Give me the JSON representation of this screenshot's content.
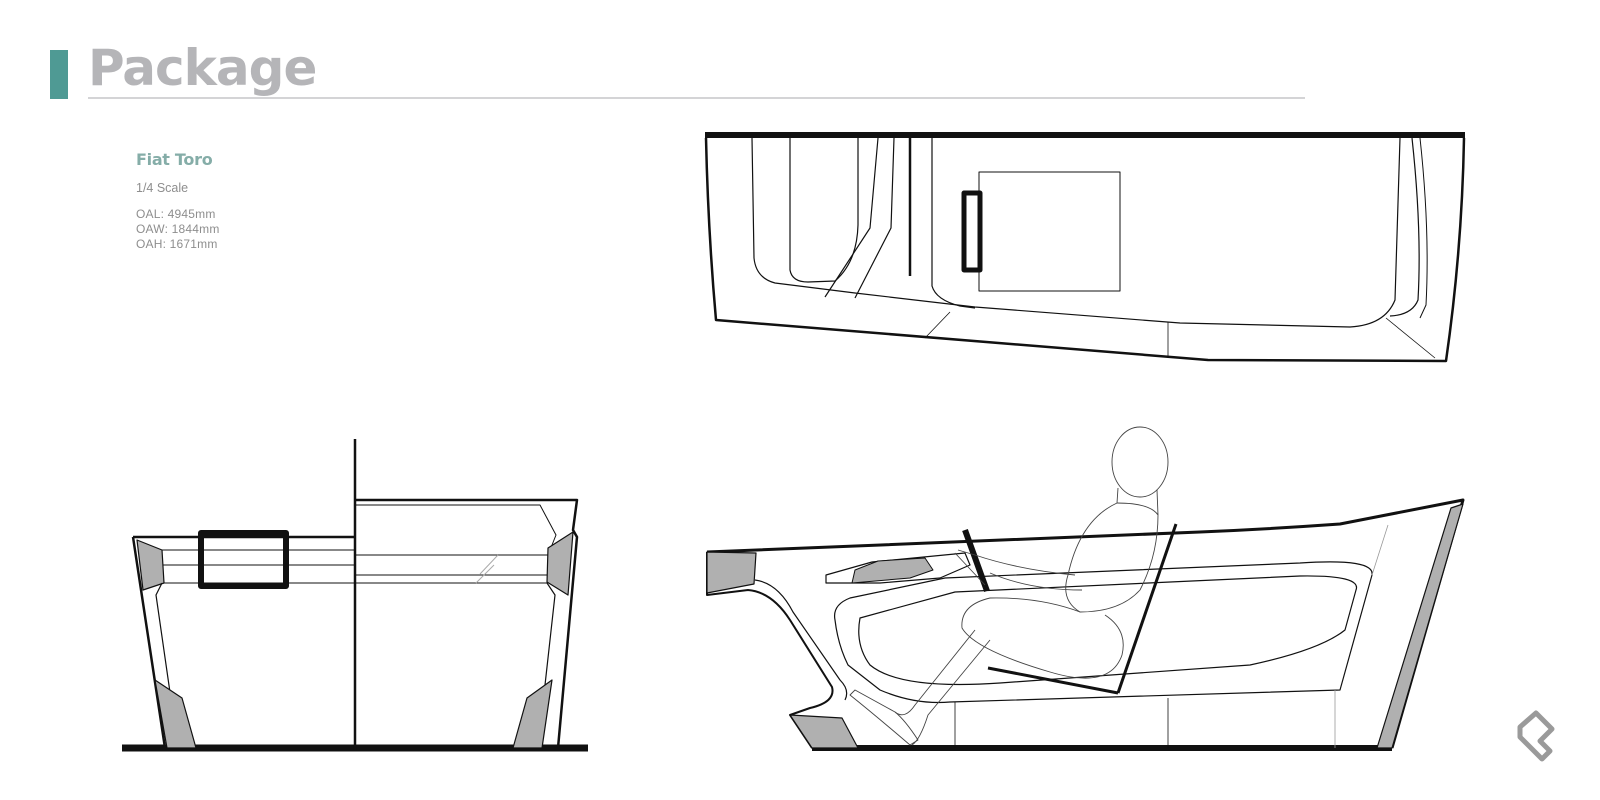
{
  "header": {
    "title": "Package",
    "accent_color": "#4f9a94"
  },
  "spec": {
    "model": "Fiat Toro",
    "scale": "1/4 Scale",
    "dimensions": [
      "OAL: 4945mm",
      "OAW: 1844mm",
      "OAH: 1671mm"
    ]
  },
  "views": [
    {
      "name": "top-view"
    },
    {
      "name": "front-view"
    },
    {
      "name": "side-view"
    }
  ],
  "logo": {
    "icon": "brand-logo-icon"
  }
}
